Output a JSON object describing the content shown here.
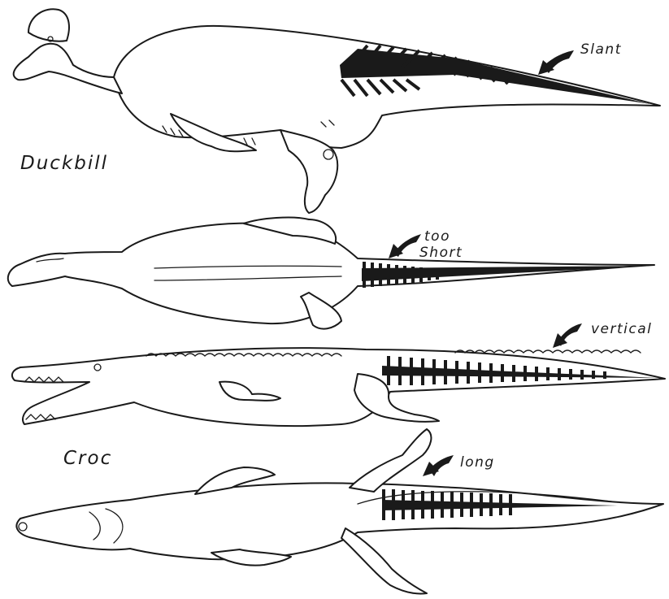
{
  "figure": {
    "panels": [
      {
        "id": "duckbill-side",
        "label": "Duckbill",
        "annotation": [
          "Slant"
        ]
      },
      {
        "id": "duckbill-top",
        "label": "",
        "annotation": [
          "too",
          "Short"
        ]
      },
      {
        "id": "croc-side",
        "label": "",
        "annotation": [
          "vertical"
        ]
      },
      {
        "id": "croc-top",
        "label": "Croc",
        "annotation": [
          "long"
        ]
      }
    ]
  },
  "colors": {
    "ink": "#1a1a1a",
    "paper": "#ffffff"
  },
  "icons": {
    "annotation_pointer": "curved-arrow-icon"
  }
}
